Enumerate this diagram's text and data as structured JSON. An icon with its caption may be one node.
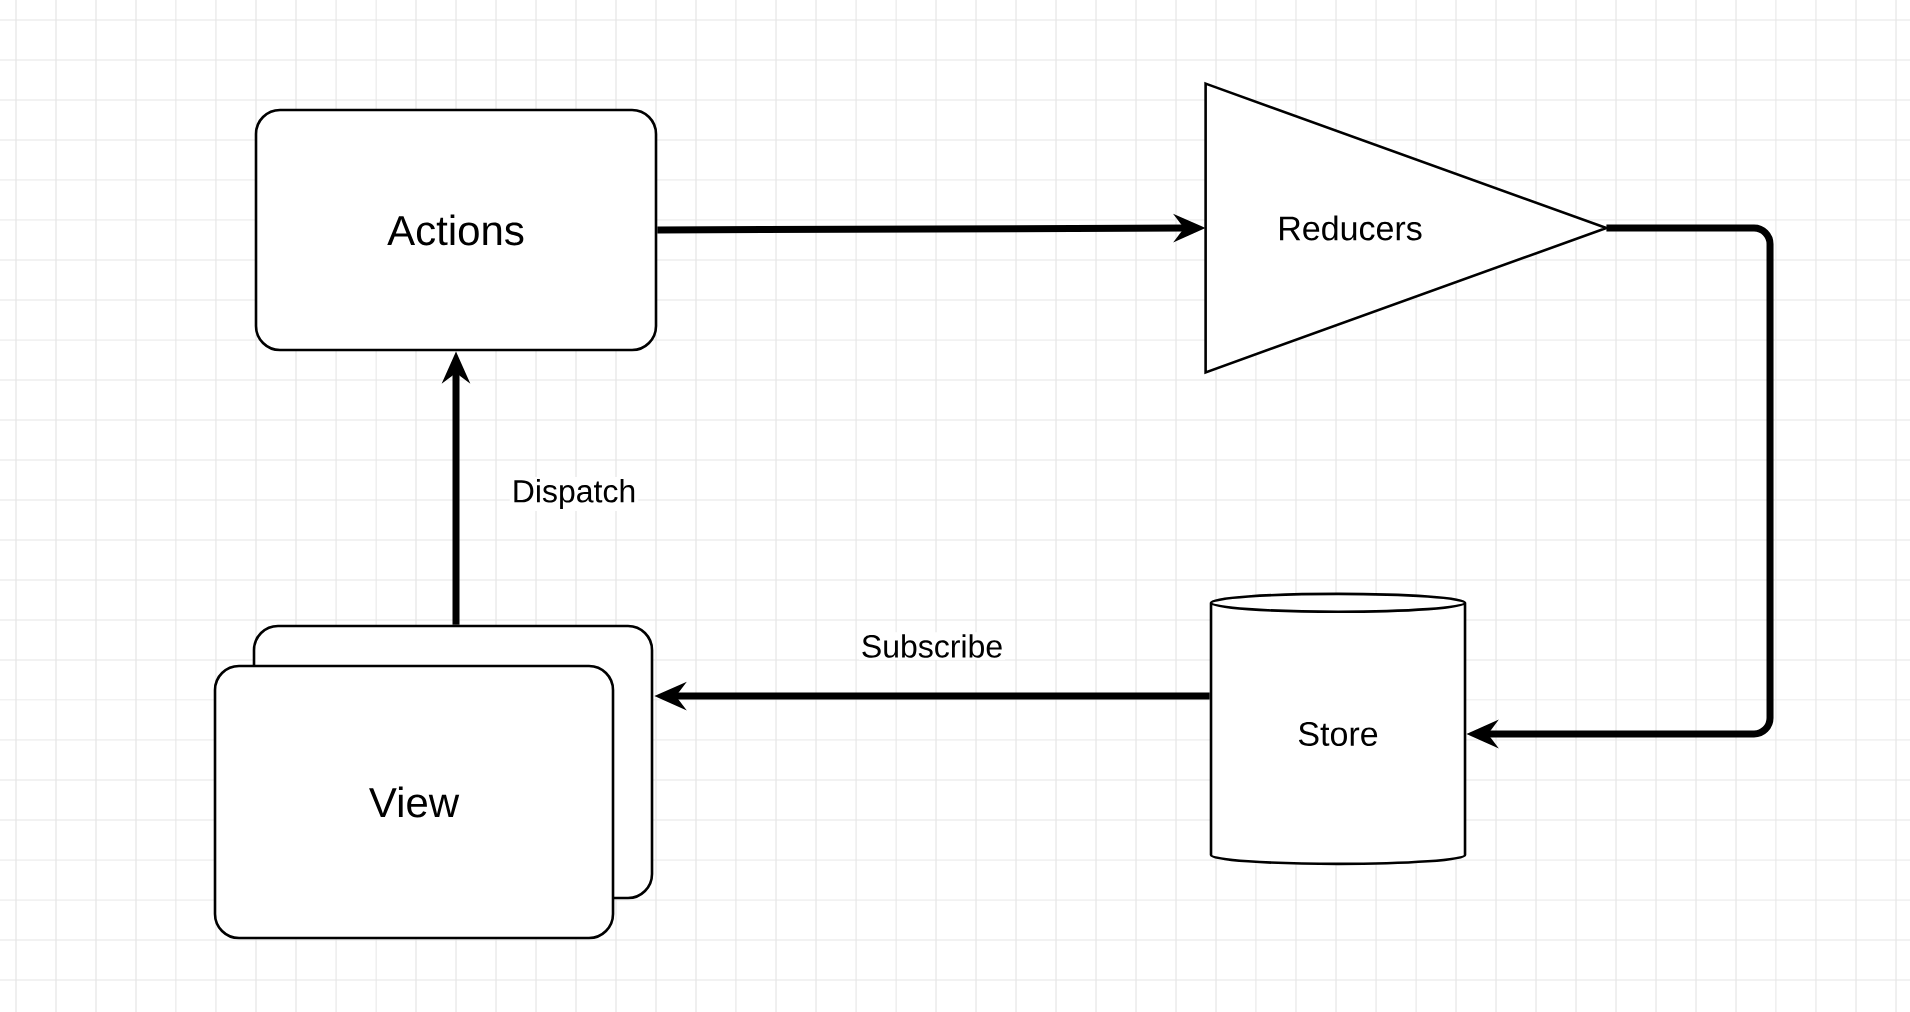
{
  "diagram": {
    "nodes": [
      {
        "text": [
          "Actions"
        ]
      },
      {
        "text": [
          "Reducers"
        ]
      },
      {
        "text": [
          "Store"
        ]
      },
      {
        "text": [
          "View"
        ]
      }
    ],
    "edges": [
      {
        "from": 0,
        "to": 1,
        "arrow": "to"
      },
      {
        "from": 1,
        "to": 2,
        "arrow": "to"
      },
      {
        "from": 2,
        "to": 3,
        "arrow": "to",
        "label": "Subscribe"
      },
      {
        "from": 3,
        "to": 0,
        "arrow": "to",
        "label": "Dispatch"
      }
    ]
  }
}
